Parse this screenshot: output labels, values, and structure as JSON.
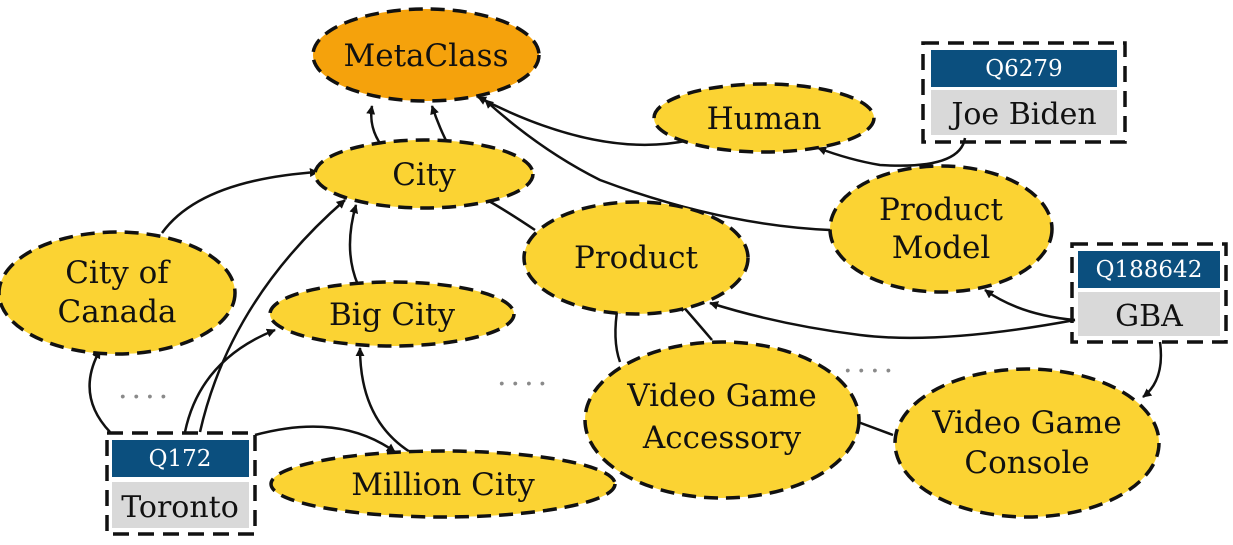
{
  "colors": {
    "class_fill": "#fbd333",
    "root_fill": "#f5a20c",
    "id_fill": "#0b4f7e",
    "entity_fill": "#d9d9d9",
    "stroke": "#111111",
    "dots": "#8a8a8a"
  },
  "classes": {
    "metaclass": "MetaClass",
    "human": "Human",
    "city": "City",
    "product_model": [
      "Product",
      "Model"
    ],
    "product": "Product",
    "city_of_canada": [
      "City of",
      "Canada"
    ],
    "big_city": "Big City",
    "video_game_accessory": [
      "Video Game",
      "Accessory"
    ],
    "video_game_console": [
      "Video Game",
      "Console"
    ],
    "million_city": "Million City"
  },
  "entities": {
    "joe_biden": {
      "id": "Q6279",
      "label": "Joe Biden"
    },
    "gba": {
      "id": "Q188642",
      "label": "GBA"
    },
    "toronto": {
      "id": "Q172",
      "label": "Toronto"
    }
  },
  "ellipsis": "...."
}
